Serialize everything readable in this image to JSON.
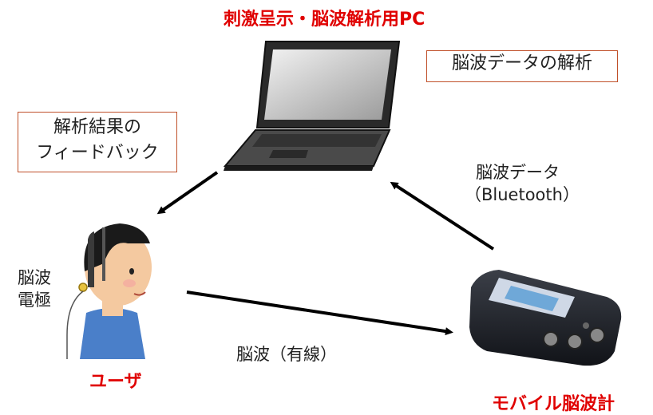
{
  "title": "刺激呈示・脳波解析用PC",
  "analysis_box": "脳波データの解析",
  "feedback_box": {
    "line1": "解析結果の",
    "line2": "フィードバック"
  },
  "bt_label": {
    "line1": "脳波データ",
    "line2": "（Bluetooth）"
  },
  "electrode_label": {
    "line1": "脳波",
    "line2": "電極"
  },
  "wired_label": "脳波（有線）",
  "user_label": "ユーザ",
  "device_label": "モバイル脳波計",
  "colors": {
    "title_red": "#e00000",
    "box_border": "#c0502a",
    "arrow": "#000000"
  }
}
